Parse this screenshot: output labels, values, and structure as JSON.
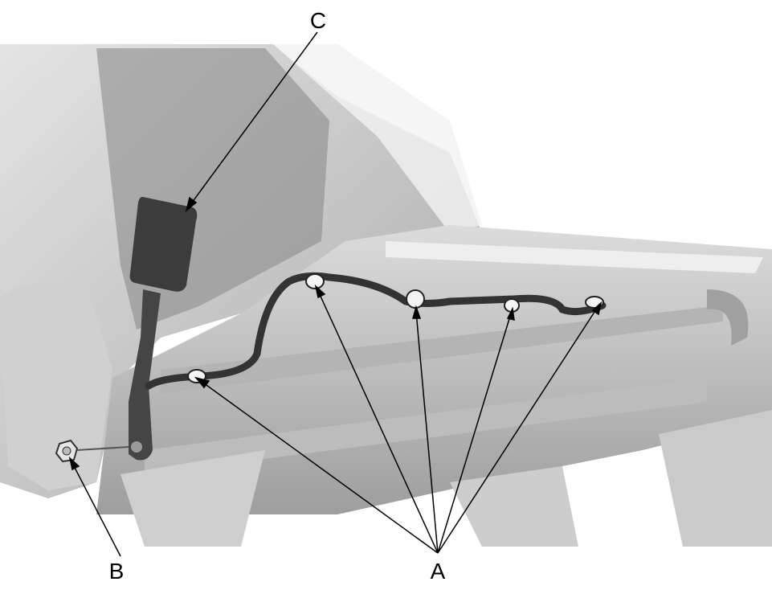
{
  "callouts": {
    "a": "A",
    "b": "B",
    "c": "C"
  },
  "colors": {
    "background": "#ffffff",
    "part_gray": "#c8c8c8",
    "harness": "#3a3a3a",
    "leader": "#000000"
  }
}
